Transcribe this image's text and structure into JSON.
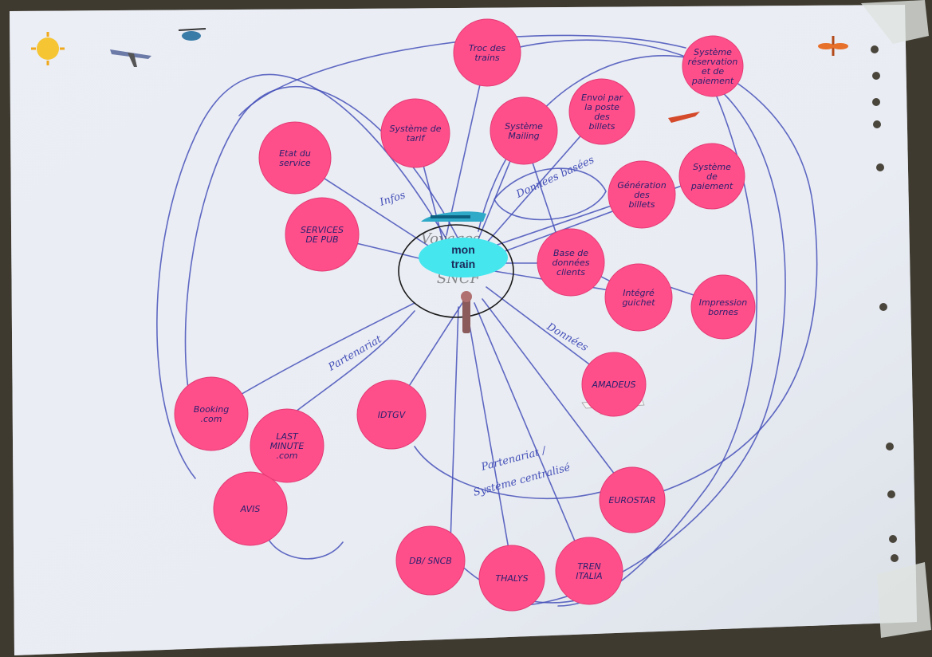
{
  "diagram": {
    "center": {
      "label_line1": "mon",
      "label_line2": "train",
      "underlying_line1": "Voyages",
      "underlying_line2": "SNCF",
      "badge_color": "#45e6ee"
    },
    "nodes": [
      {
        "id": "troc",
        "label": "Troc des trains"
      },
      {
        "id": "systeme-reservation",
        "label": "Système réservation et de paiement"
      },
      {
        "id": "systeme-tarification",
        "label": "Système de tarif"
      },
      {
        "id": "systeme-mailing",
        "label": "Système Mailing"
      },
      {
        "id": "envoi-billets",
        "label": "Envoi par la poste des billets"
      },
      {
        "id": "etat-service",
        "label": "Etat du service"
      },
      {
        "id": "generation-billets",
        "label": "Génération des billets"
      },
      {
        "id": "systeme-paiement",
        "label": "Système de paiement"
      },
      {
        "id": "services-pub",
        "label": "SERVICES DE PUB"
      },
      {
        "id": "base-clients",
        "label": "Base de données clients"
      },
      {
        "id": "integre-guichet",
        "label": "Intégré guichet"
      },
      {
        "id": "impression-bornes",
        "label": "Impression bornes"
      },
      {
        "id": "amadeus",
        "label": "AMADEUS"
      },
      {
        "id": "booking",
        "label": "Booking .com"
      },
      {
        "id": "idtgv",
        "label": "IDTGV"
      },
      {
        "id": "lastminute",
        "label": "LAST MINUTE .com"
      },
      {
        "id": "eurostar",
        "label": "EUROSTAR"
      },
      {
        "id": "avis",
        "label": "AVIS"
      },
      {
        "id": "db-sncb",
        "label": "DB/ SNCB"
      },
      {
        "id": "thalys",
        "label": "THALYS"
      },
      {
        "id": "trenitalia",
        "label": "TREN ITALIA"
      }
    ],
    "edge_labels": {
      "infos": "Infos",
      "donnees_basees": "Données basées",
      "partenariat": "Partenariat",
      "donnees": "Données",
      "partenariat_centralise_1": "Partenariat /",
      "partenariat_centralise_2": "Système centralisé"
    },
    "colors": {
      "sticker": "#ff4f8a",
      "ink": "#4550b8",
      "paper": "#eef0f5"
    },
    "icons": [
      "sun-icon",
      "plane-icon",
      "helicopter-icon",
      "dragonfly-icon",
      "train-icon",
      "giraffe-icon"
    ]
  }
}
